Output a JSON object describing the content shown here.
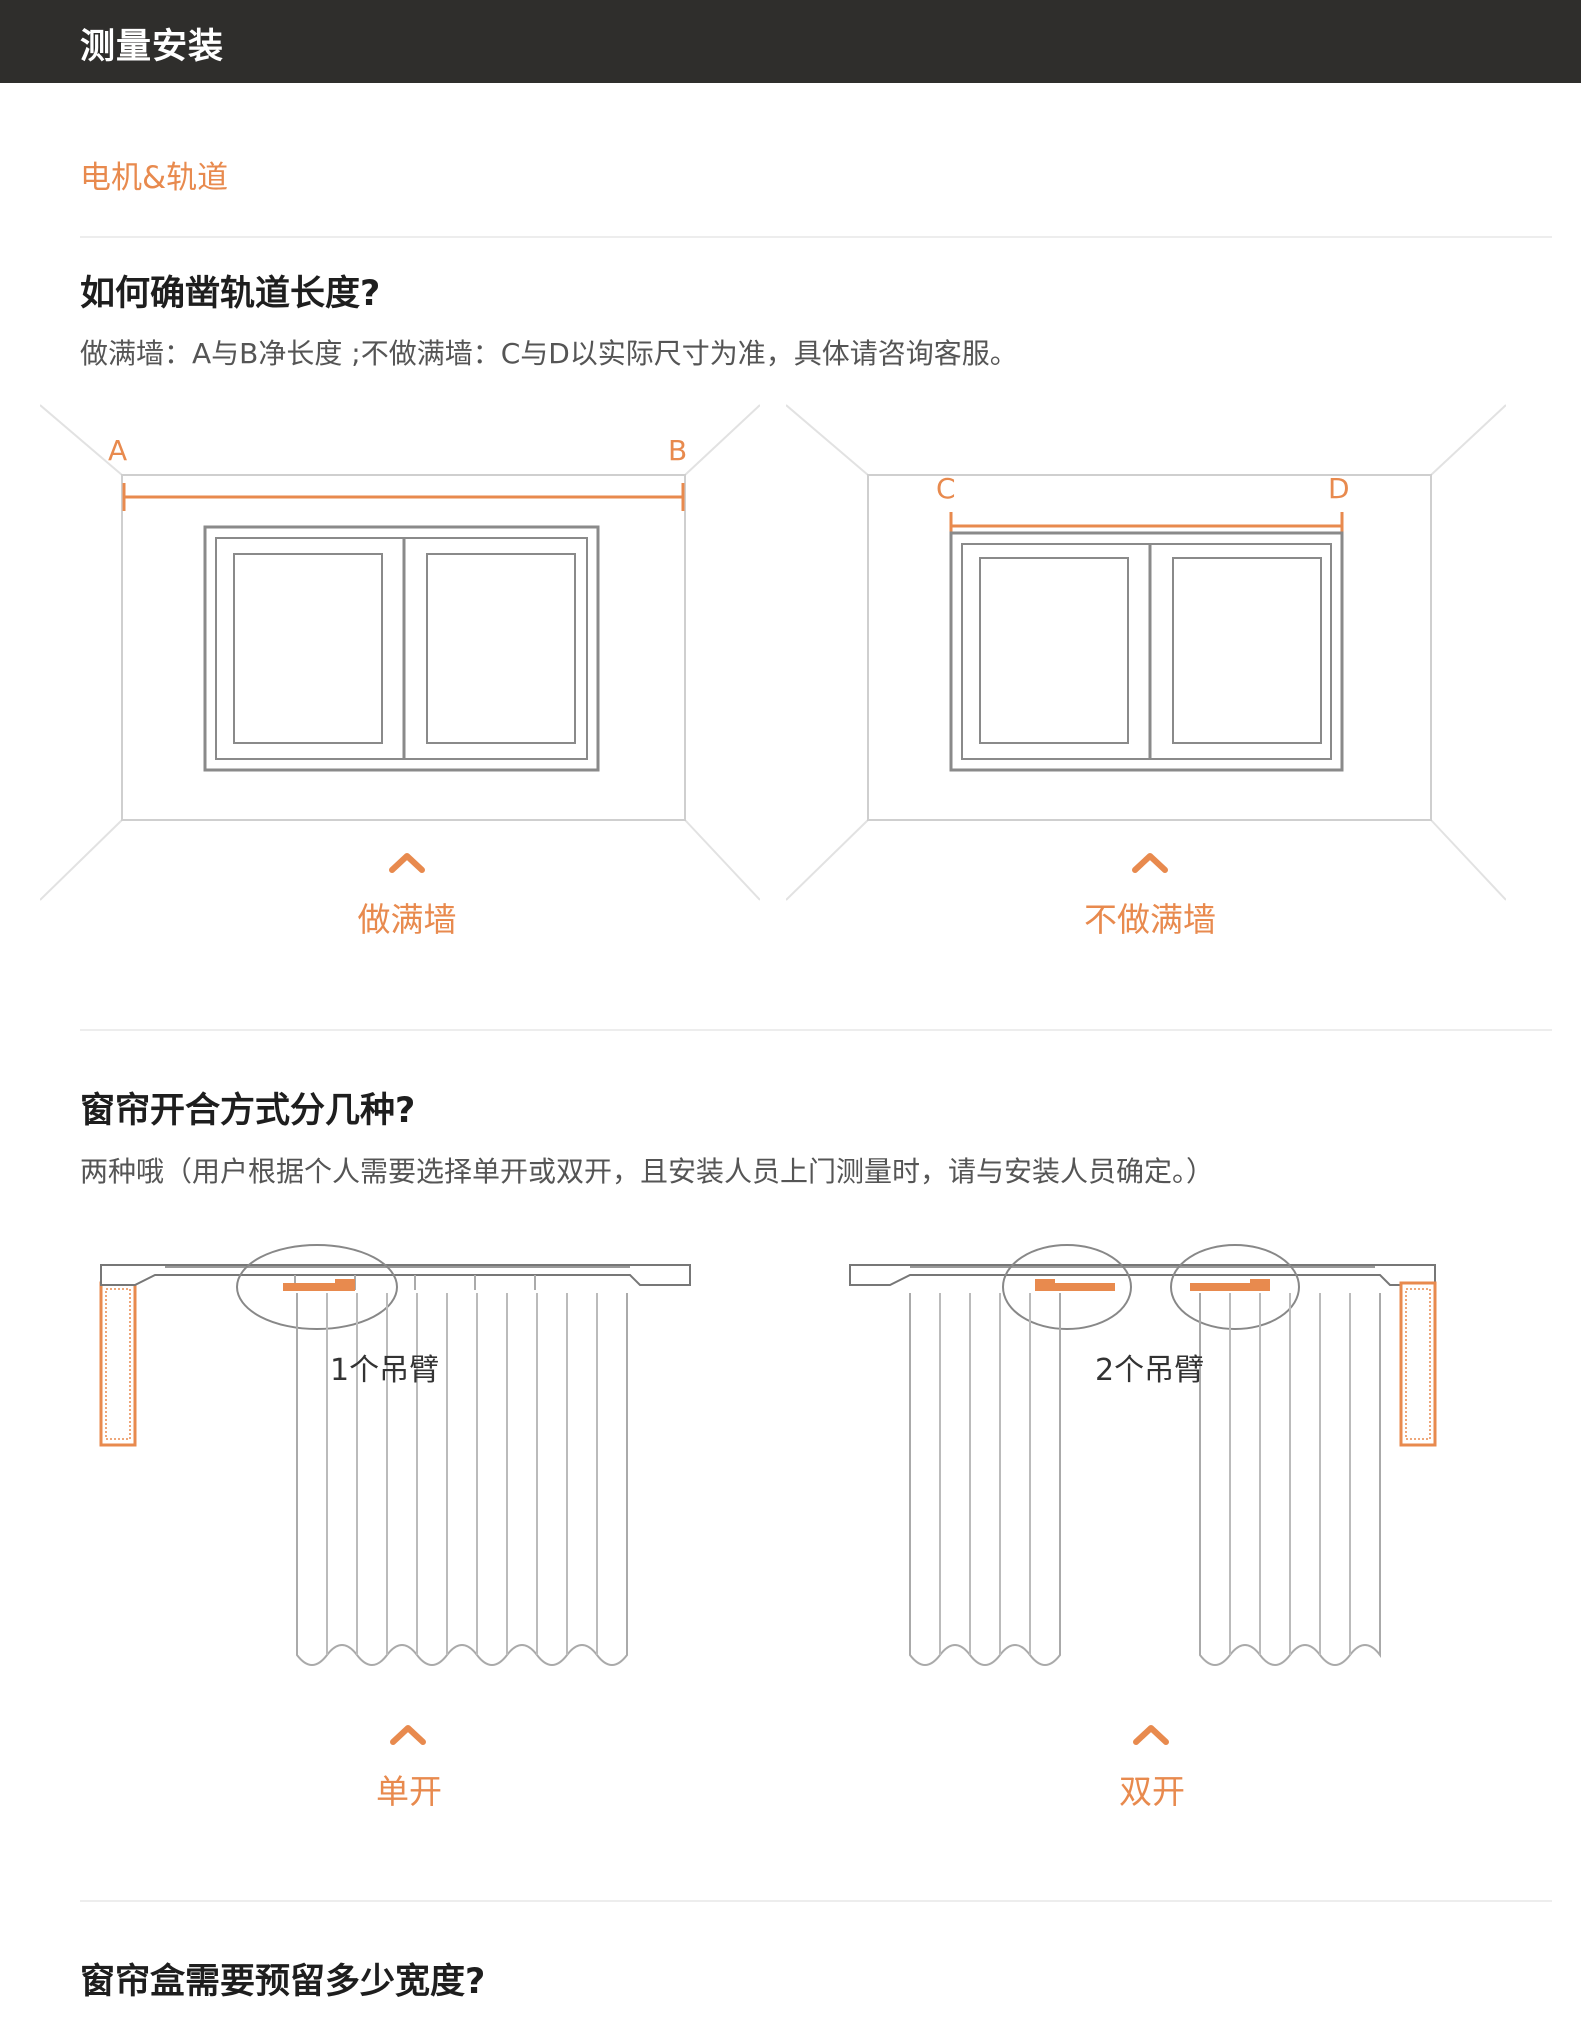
{
  "header": {
    "title": "测量安装"
  },
  "section": {
    "tag": "电机&轨道"
  },
  "q1": {
    "title": "如何确凿轨道长度?",
    "desc": "做满墙：A与B净长度 ;不做满墙：C与D以实际尺寸为准，具体请咨询客服。",
    "left": {
      "label_a": "A",
      "label_b": "B",
      "caption": "做满墙"
    },
    "right": {
      "label_c": "C",
      "label_d": "D",
      "caption": "不做满墙"
    }
  },
  "q2": {
    "title": "窗帘开合方式分几种?",
    "desc": "两种哦（用户根据个人需要选择单开或双开，且安装人员上门测量时，请与安装人员确定。）",
    "left": {
      "arm_label": "1个吊臂",
      "caption": "单开"
    },
    "right": {
      "arm_label": "2个吊臂",
      "caption": "双开"
    }
  },
  "q3": {
    "title": "窗帘盒需要预留多少宽度?"
  },
  "colors": {
    "accent": "#e88a4e",
    "header_bg": "#2f2e2c",
    "line": "#888888"
  },
  "icons": {
    "caret": "chevron-up-icon"
  }
}
